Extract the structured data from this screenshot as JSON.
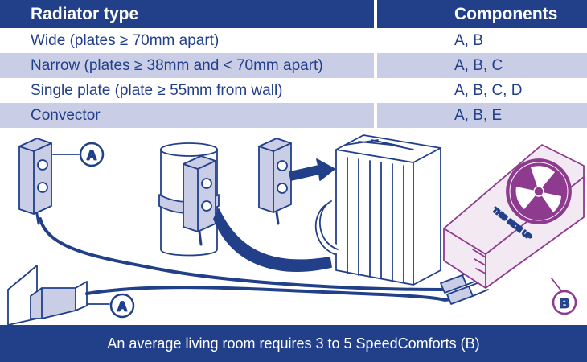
{
  "table": {
    "headers": {
      "col1": "Radiator type",
      "col2": "Components"
    },
    "rows": [
      {
        "type": "Wide (plates ≥ 70mm apart)",
        "components": "A, B"
      },
      {
        "type": "Narrow (plates ≥ 38mm and < 70mm apart)",
        "components": "A, B, C"
      },
      {
        "type": "Single plate (plate ≥ 55mm from wall)",
        "components": "A, B, C, D"
      },
      {
        "type": "Convector",
        "components": "A, B, E"
      }
    ]
  },
  "illustration": {
    "callouts": {
      "sensor": "A",
      "adapter": "A",
      "device": "B"
    },
    "device_label": "THIS SIDE UP"
  },
  "footer": {
    "note": "An average living room requires 3 to 5 SpeedComforts (B)"
  },
  "colors": {
    "brand_blue": "#22408a",
    "row_stripe": "#c9cde6",
    "device_purple": "#8e3a8f"
  }
}
